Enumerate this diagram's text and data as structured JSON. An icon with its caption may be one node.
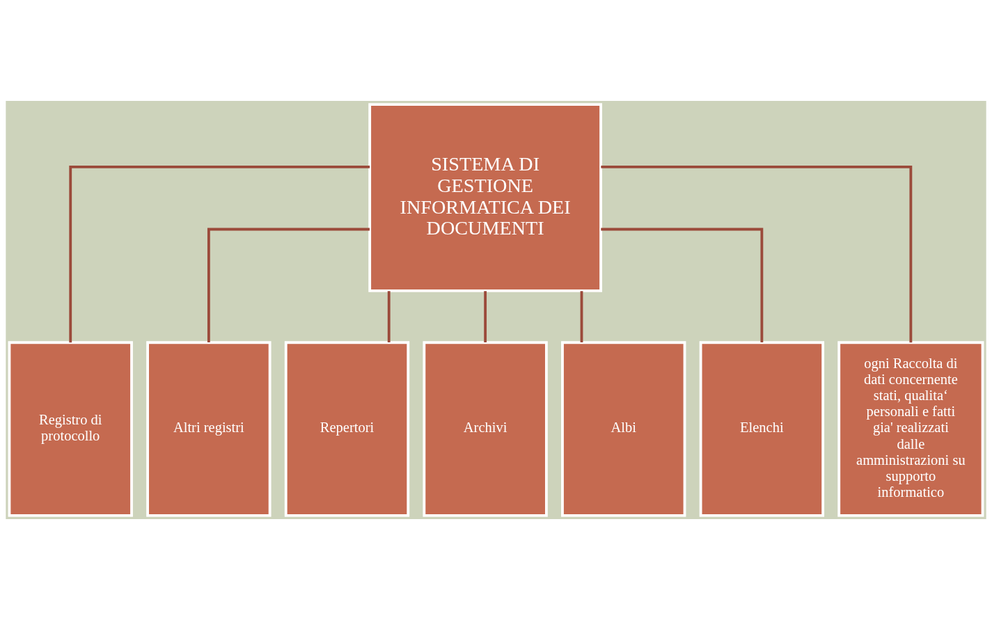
{
  "diagram": {
    "nodes": [
      {
        "text": [
          "SISTEMA DI GESTIONE INFORMATICA DEI DOCUMENTI"
        ]
      },
      {
        "text": [
          "Registro di protocollo"
        ]
      },
      {
        "text": [
          "Altri registri"
        ]
      },
      {
        "text": [
          "Repertori"
        ]
      },
      {
        "text": [
          "Archivi"
        ]
      },
      {
        "text": [
          "Albi"
        ]
      },
      {
        "text": [
          "Elenchi"
        ]
      },
      {
        "text": [
          "ogni Raccolta di dati concernente stati, qualita‘ personali e fatti gia' realizzati dalle amministrazioni su supporto informatico"
        ]
      }
    ],
    "edges": [
      {
        "from": 0,
        "to": 1,
        "arrow": "none"
      },
      {
        "from": 0,
        "to": 2,
        "arrow": "none"
      },
      {
        "from": 0,
        "to": 3,
        "arrow": "none"
      },
      {
        "from": 0,
        "to": 4,
        "arrow": "none"
      },
      {
        "from": 0,
        "to": 5,
        "arrow": "none"
      },
      {
        "from": 0,
        "to": 6,
        "arrow": "none"
      },
      {
        "from": 0,
        "to": 7,
        "arrow": "none"
      }
    ]
  }
}
